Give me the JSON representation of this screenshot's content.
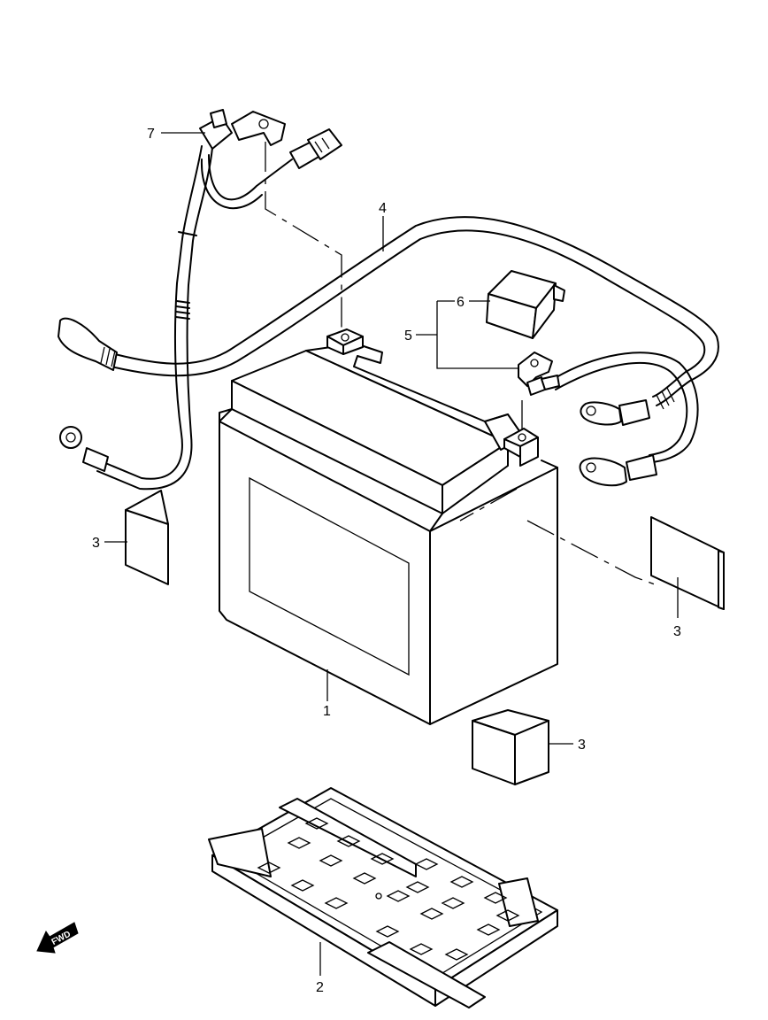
{
  "callouts": {
    "battery": "1",
    "tray": "2",
    "pad_left": "3",
    "pad_right": "3",
    "pad_bottom": "3",
    "positive_cable": "4",
    "terminal_set": "5",
    "terminal_cover": "6",
    "ground_lead": "7"
  },
  "fwd_label": "FWD"
}
